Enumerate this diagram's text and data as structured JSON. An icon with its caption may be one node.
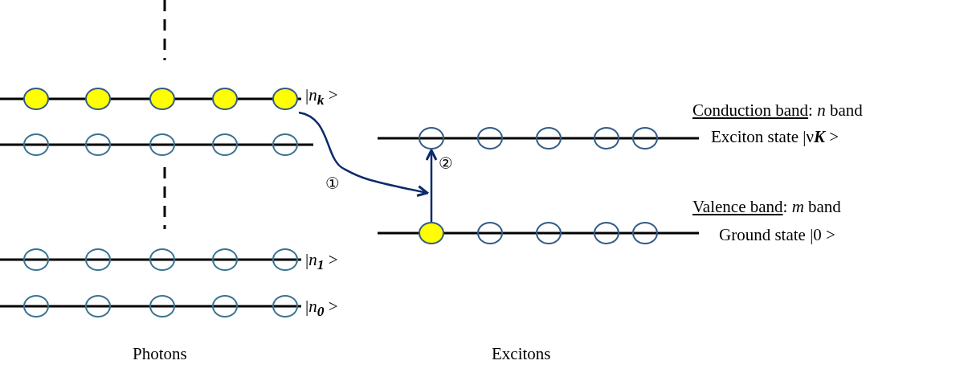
{
  "diagram": {
    "nodes": [
      {
        "text": [],
        "shape": "circle"
      },
      {
        "text": [],
        "shape": "circle"
      },
      {
        "text": [],
        "shape": "circle"
      },
      {
        "text": [],
        "shape": "circle"
      },
      {
        "text": [],
        "shape": "circle"
      },
      {
        "text": [],
        "shape": "circle"
      },
      {
        "text": [],
        "shape": "circle"
      },
      {
        "text": [],
        "shape": "circle"
      },
      {
        "text": [],
        "shape": "circle"
      },
      {
        "text": [],
        "shape": "circle"
      },
      {
        "text": [],
        "shape": "circle"
      },
      {
        "text": [],
        "shape": "circle"
      },
      {
        "text": [],
        "shape": "circle"
      },
      {
        "text": [],
        "shape": "circle"
      },
      {
        "text": [],
        "shape": "circle"
      },
      {
        "text": [],
        "shape": "circle"
      },
      {
        "text": [],
        "shape": "circle"
      },
      {
        "text": [],
        "shape": "circle"
      },
      {
        "text": [],
        "shape": "circle"
      },
      {
        "text": [],
        "shape": "circle"
      },
      {
        "text": [],
        "shape": "circle"
      },
      {
        "text": [],
        "shape": "circle"
      },
      {
        "text": [],
        "shape": "circle"
      },
      {
        "text": [],
        "shape": "circle"
      },
      {
        "text": [],
        "shape": "circle"
      },
      {
        "text": [],
        "shape": "circle"
      },
      {
        "text": [],
        "shape": "circle"
      },
      {
        "text": [],
        "shape": "circle"
      },
      {
        "text": [],
        "shape": "circle"
      },
      {
        "text": [],
        "shape": "circle"
      }
    ],
    "edges": [
      {
        "from": 4,
        "to": null,
        "arrow": "to",
        "label": "①"
      },
      {
        "from": 25,
        "to": 20,
        "arrow": "to",
        "label": "②"
      }
    ],
    "labels": [
      "|*n*$_{k}$ >",
      "Conduction band: *n* band",
      "Exciton state |ν**K** >",
      "Valence band: *m* band",
      "Ground state |0 >",
      "|*n*$_{1}$ >",
      "|*n*$_{0}$ >",
      "Photons",
      "Excitons"
    ]
  }
}
